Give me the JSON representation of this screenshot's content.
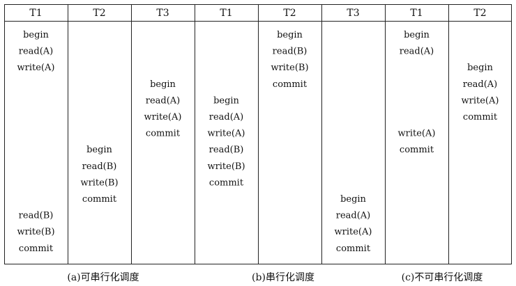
{
  "columns": [
    {
      "header": "T1",
      "ops": [
        {
          "row": 0,
          "text": "begin"
        },
        {
          "row": 1,
          "text": "read(A)"
        },
        {
          "row": 2,
          "text": "write(A)"
        },
        {
          "row": 11,
          "text": "read(B)"
        },
        {
          "row": 12,
          "text": "write(B)"
        },
        {
          "row": 13,
          "text": "commit"
        }
      ]
    },
    {
      "header": "T2",
      "ops": [
        {
          "row": 7,
          "text": "begin"
        },
        {
          "row": 8,
          "text": "read(B)"
        },
        {
          "row": 9,
          "text": "write(B)"
        },
        {
          "row": 10,
          "text": "commit"
        }
      ]
    },
    {
      "header": "T3",
      "ops": [
        {
          "row": 3,
          "text": "begin"
        },
        {
          "row": 4,
          "text": "read(A)"
        },
        {
          "row": 5,
          "text": "write(A)"
        },
        {
          "row": 6,
          "text": "commit"
        }
      ]
    },
    {
      "header": "T1",
      "ops": [
        {
          "row": 4,
          "text": "begin"
        },
        {
          "row": 5,
          "text": "read(A)"
        },
        {
          "row": 6,
          "text": "write(A)"
        },
        {
          "row": 7,
          "text": "read(B)"
        },
        {
          "row": 8,
          "text": "write(B)"
        },
        {
          "row": 9,
          "text": "commit"
        }
      ]
    },
    {
      "header": "T2",
      "ops": [
        {
          "row": 0,
          "text": "begin"
        },
        {
          "row": 1,
          "text": "read(B)"
        },
        {
          "row": 2,
          "text": "write(B)"
        },
        {
          "row": 3,
          "text": "commit"
        }
      ]
    },
    {
      "header": "T3",
      "ops": [
        {
          "row": 10,
          "text": "begin"
        },
        {
          "row": 11,
          "text": "read(A)"
        },
        {
          "row": 12,
          "text": "write(A)"
        },
        {
          "row": 13,
          "text": "commit"
        }
      ]
    },
    {
      "header": "T1",
      "ops": [
        {
          "row": 0,
          "text": "begin"
        },
        {
          "row": 1,
          "text": "read(A)"
        },
        {
          "row": 6,
          "text": "write(A)"
        },
        {
          "row": 7,
          "text": "commit"
        }
      ]
    },
    {
      "header": "T2",
      "ops": [
        {
          "row": 2,
          "text": "begin"
        },
        {
          "row": 3,
          "text": "read(A)"
        },
        {
          "row": 4,
          "text": "write(A)"
        },
        {
          "row": 5,
          "text": "commit"
        }
      ]
    }
  ],
  "captions": [
    "(a)可串行化调度",
    "(b)串行化调度",
    "(c)不可串行化调度"
  ]
}
